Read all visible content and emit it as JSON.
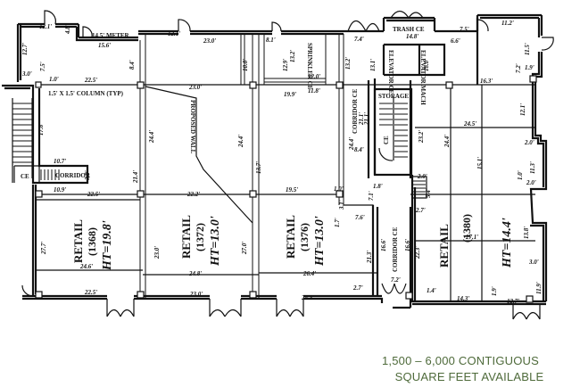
{
  "caption": {
    "line1": "1,500 – 6,000 CONTIGUOUS",
    "line2": "SQUARE FEET AVAILABLE",
    "color": "#4e6a3a"
  },
  "floorplan": {
    "units": [
      {
        "label": "RETAIL",
        "number": "(1368)",
        "height": "HT=19.8'"
      },
      {
        "label": "RETAIL",
        "number": "(1372)",
        "height": "HT=13.0'"
      },
      {
        "label": "RETAIL",
        "number": "(1376)",
        "height": "HT=13.0'"
      },
      {
        "label": "RETAIL",
        "number": "(1380)",
        "height": "HT=14.4'"
      }
    ],
    "rooms": {
      "meter": "14.5' METER",
      "sprinkler": "SPRINKLER CE",
      "trash": "TRASH CE",
      "elevator": "ELEVATOR CE",
      "elev_mach": "ELEVATOR MACH",
      "corridor_north": "CORRIDOR CE",
      "corridor_south": "CORRIDOR CE",
      "storage": "STORAGE",
      "ce_stair": "CE",
      "ce_left": "CE",
      "corridor_left": "CORRIDOR",
      "column_note": "1.5' X 1.5' COLUMN (TYP)",
      "proposed_wall": "PROPOSED WALL"
    },
    "dimensions": {
      "d1": "12.1'",
      "d2": "4.8'",
      "d3": "15.6'",
      "d4": "12.7'",
      "d5": "7.5'",
      "d6": "3.0'",
      "d7": "1.0'",
      "d8": "22.5'",
      "d9": "8.4'",
      "d10": "12.1'",
      "d11": "23.0'",
      "d12": "10.8'",
      "d13": "23.0'",
      "d14": "8.1'",
      "d15": "12.9'",
      "d16": "13.2'",
      "d17": "12.0'",
      "d18": "19.9'",
      "d19": "11.8'",
      "d20": "7.4'",
      "d21": "13.2'",
      "d22": "13.1'",
      "d23": "14.8'",
      "d24": "7.5'",
      "d25": "6.6'",
      "d26": "18.0'",
      "d27": "11.2'",
      "d28": "11.5'",
      "d29": "1.9'",
      "d30": "7.2'",
      "d31": "12.1'",
      "d32": "16.3'",
      "d33": "24.5'",
      "d34": "24.4'",
      "d35": "15.1'",
      "d36": "2.0'",
      "d37": "11.3'",
      "d38": "1.0'",
      "d39": "2.0'",
      "d40": "21.1'",
      "d41": "24.4'",
      "d42": "21.1'",
      "d43": "23.2'",
      "d44": "8.4'",
      "d45": "24.4'",
      "d46": "24.4'",
      "d47": "13.7'",
      "d48": "17.8'",
      "d49": "10.7'",
      "d50": "3.0'",
      "d51": "10.9'",
      "d52": "22.5'",
      "d53": "21.4'",
      "d54": "22.2'",
      "d55": "19.5'",
      "d56": "1.0'",
      "d57": "1.7'",
      "d58": "3.1'",
      "d59": "7.6'",
      "d60": "7.1'",
      "d61": "1.8'",
      "d62": "2.0'",
      "d63": "5.4'",
      "d64": "2.7'",
      "d65": "27.7'",
      "d66": "24.6'",
      "d67": "22.5'",
      "d68": "23.0'",
      "d69": "24.8'",
      "d70": "23.0'",
      "d71": "27.0'",
      "d72": "26.4'",
      "d73": "24.3'",
      "d74": "2.7'",
      "d75": "21.3'",
      "d76": "16.6'",
      "d77": "16.6'",
      "d78": "22.3'",
      "d79": "7.2'",
      "d80": "27.1'",
      "d81": "13.8'",
      "d82": "3.0'",
      "d83": "11.9'",
      "d84": "1.4'",
      "d85": "14.3'",
      "d86": "1.9'",
      "d87": "12.7'"
    }
  }
}
